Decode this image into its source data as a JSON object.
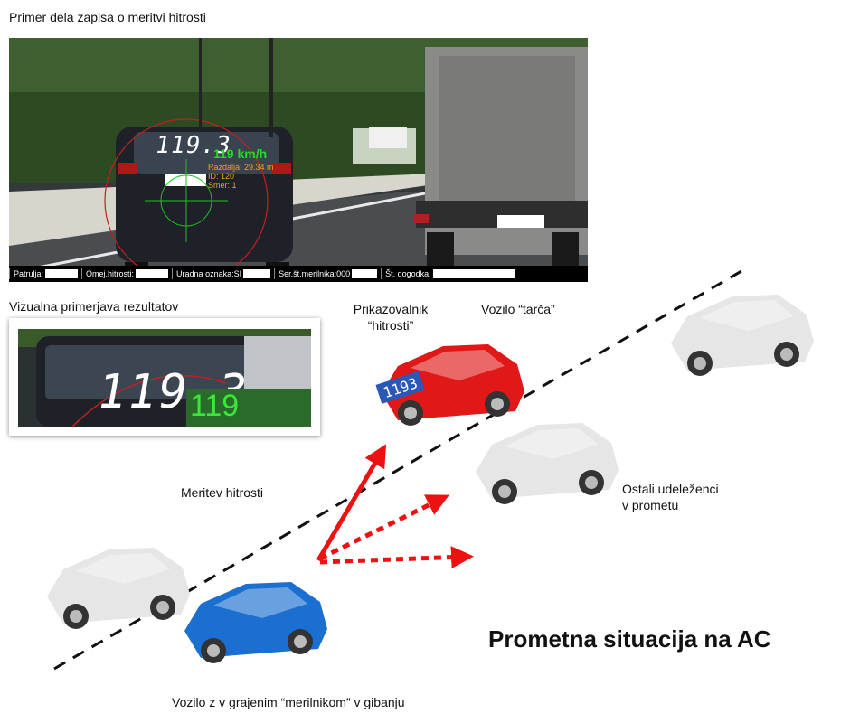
{
  "frame_caption": "Primer dela zapisa o meritvi hitrosti",
  "hud": {
    "speed_display": "119.3",
    "speed_kmh": "119 km/h",
    "info_lines": [
      "Razdalja: 29.34 m",
      "ID: 120",
      "Smer: 1"
    ]
  },
  "status_bar": [
    "Patrulja:",
    "Omej.hitrosti:",
    "Uradna oznaka:SI",
    "Ser.št.merilnika:000",
    "Št. dogodka:"
  ],
  "inset_caption": "Vizualna primerjava rezultatov",
  "inset": {
    "speed_display": "119.3",
    "speed_kmh": "119 km/h"
  },
  "labels": {
    "display": "Prikazovalnik\n“hitrosti”",
    "target": "Vozilo “tarča”",
    "measurement": "Meritev hitrosti",
    "others": "Ostali udeleženci\nv prometu",
    "measuring_vehicle": "Vozilo z v grajenim “merilnikom”  v gibanju",
    "title": "Prometna situacija na AC"
  },
  "red_car_display": "1193",
  "colors": {
    "red_car": "#e01818",
    "blue_car": "#1a6fd0",
    "gray_car": "#e4e4e4",
    "arrow": "#ee1111",
    "hud_green": "#22dd22"
  }
}
